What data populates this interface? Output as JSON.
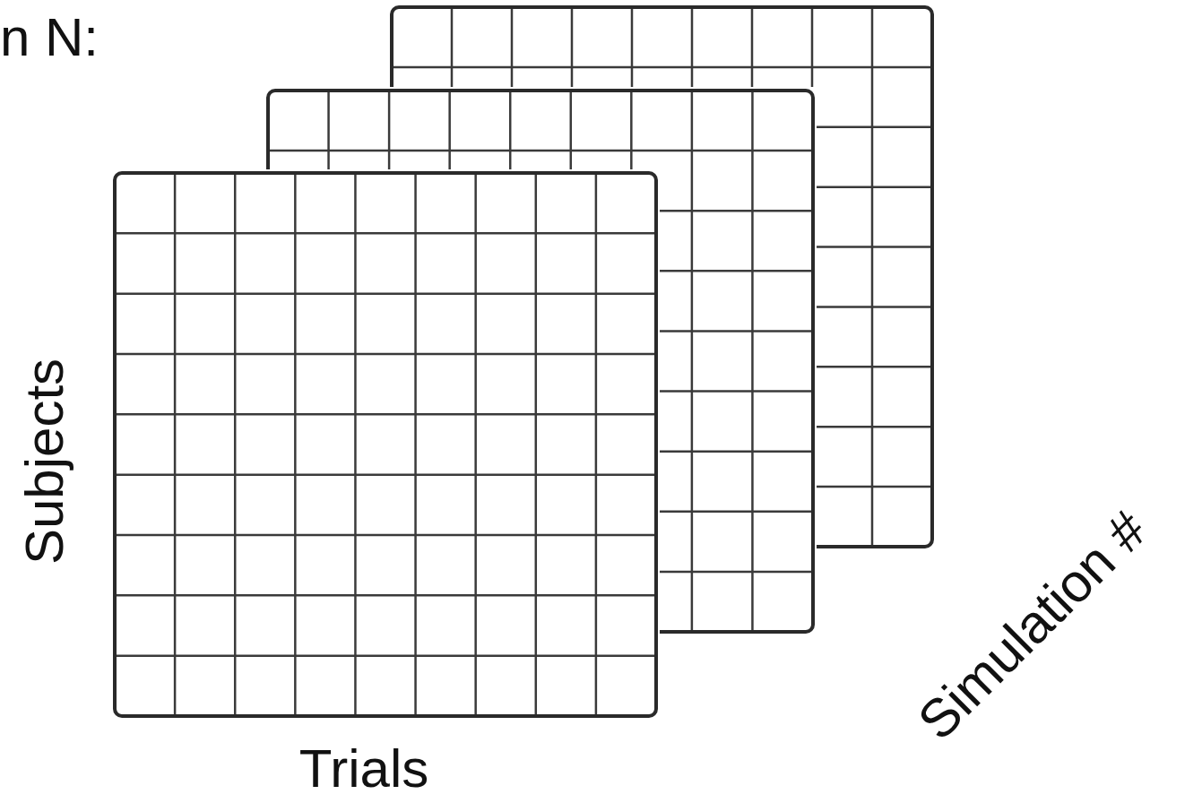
{
  "diagram": {
    "labels": [
      "n N:",
      "Subjects",
      "Trials",
      "Simulation #"
    ]
  }
}
